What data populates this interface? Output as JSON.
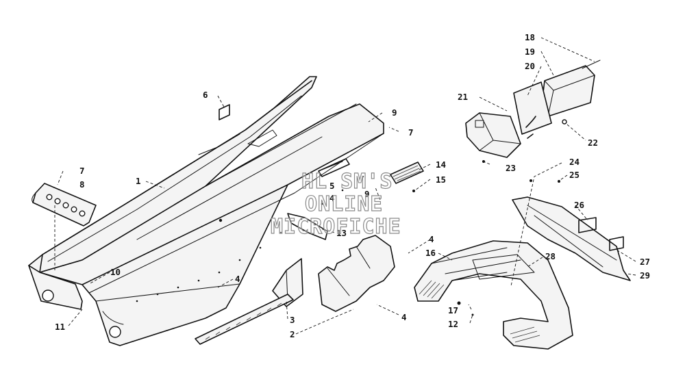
{
  "diagram": {
    "watermark": [
      "HL SM'S",
      "ONLINE",
      "MICROFICHE"
    ],
    "callouts": [
      "1",
      "2",
      "3",
      "4",
      "5",
      "6",
      "7",
      "8",
      "9",
      "10",
      "11",
      "12",
      "13",
      "14",
      "15",
      "16",
      "17",
      "18",
      "19",
      "20",
      "21",
      "22",
      "23",
      "24",
      "25",
      "26",
      "27",
      "28",
      "29"
    ],
    "label_list": [
      {
        "key": "c18",
        "text": "18"
      },
      {
        "key": "c19",
        "text": "19"
      },
      {
        "key": "c20",
        "text": "20"
      },
      {
        "key": "c21",
        "text": "21"
      },
      {
        "key": "c22",
        "text": "22"
      },
      {
        "key": "c23",
        "text": "23"
      },
      {
        "key": "c6",
        "text": "6"
      },
      {
        "key": "c9a",
        "text": "9"
      },
      {
        "key": "c7a",
        "text": "7"
      },
      {
        "key": "c7b",
        "text": "7"
      },
      {
        "key": "c8",
        "text": "8"
      },
      {
        "key": "c1",
        "text": "1"
      },
      {
        "key": "c14",
        "text": "14"
      },
      {
        "key": "c15",
        "text": "15"
      },
      {
        "key": "c5",
        "text": "5"
      },
      {
        "key": "c4a",
        "text": "4"
      },
      {
        "key": "c9b",
        "text": "9"
      },
      {
        "key": "c24",
        "text": "24"
      },
      {
        "key": "c25",
        "text": "25"
      },
      {
        "key": "c26",
        "text": "26"
      },
      {
        "key": "c13",
        "text": "13"
      },
      {
        "key": "c4b",
        "text": "4"
      },
      {
        "key": "c16",
        "text": "16"
      },
      {
        "key": "c28",
        "text": "28"
      },
      {
        "key": "c27",
        "text": "27"
      },
      {
        "key": "c29",
        "text": "29"
      },
      {
        "key": "c10",
        "text": "10"
      },
      {
        "key": "c4c",
        "text": "4"
      },
      {
        "key": "c11",
        "text": "11"
      },
      {
        "key": "c3",
        "text": "3"
      },
      {
        "key": "c2",
        "text": "2"
      },
      {
        "key": "c4d",
        "text": "4"
      },
      {
        "key": "c17",
        "text": "17"
      },
      {
        "key": "c12",
        "text": "12"
      }
    ]
  }
}
